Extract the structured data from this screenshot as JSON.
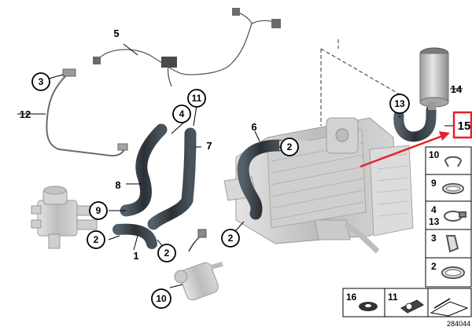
{
  "diagram": {
    "callouts": {
      "c1": "1",
      "c2": "2",
      "c3": "3",
      "c4": "4",
      "c5": "5",
      "c6": "6",
      "c7": "7",
      "c8": "8",
      "c9": "9",
      "c10": "10",
      "c11": "11",
      "c12": "12",
      "c13": "13",
      "c14": "14",
      "c15": "15"
    },
    "highlight_color": "#e8202a",
    "hose_color": "#3a3f45",
    "part_color": "#c9c9c9"
  },
  "legend": {
    "items": [
      "10",
      "9",
      "4",
      "13",
      "3",
      "2"
    ],
    "bottom": [
      "16",
      "11"
    ]
  },
  "footer": {
    "drawing_number": "284044"
  }
}
